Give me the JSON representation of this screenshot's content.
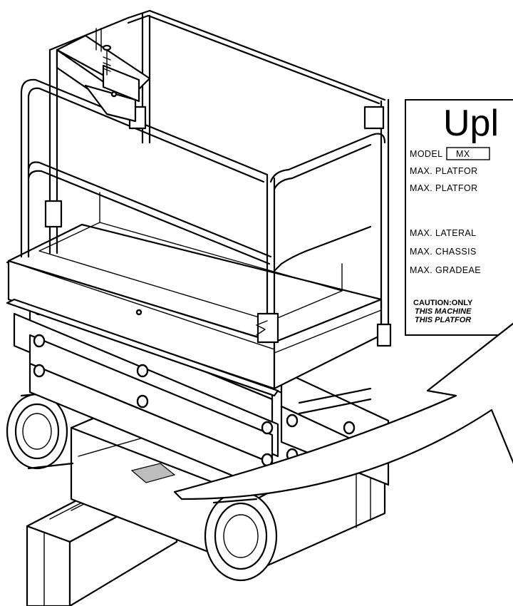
{
  "label_plate": {
    "brand": "Upl",
    "model_label": "MODEL",
    "model_value": "MX",
    "lines": [
      "MAX. PLATFOR",
      "MAX. PLATFOR",
      "MAX. LATERAL",
      "MAX. CHASSIS",
      "MAX. GRADEAE"
    ],
    "caution": [
      "CAUTION:ONLY",
      "THIS MACHINE",
      "THIS PLATFOR"
    ]
  },
  "colors": {
    "line": "#000000",
    "background": "#ffffff",
    "label_location_fill": "#bdbdbd"
  },
  "icons": {
    "arrow": "curved-arrow-icon"
  }
}
